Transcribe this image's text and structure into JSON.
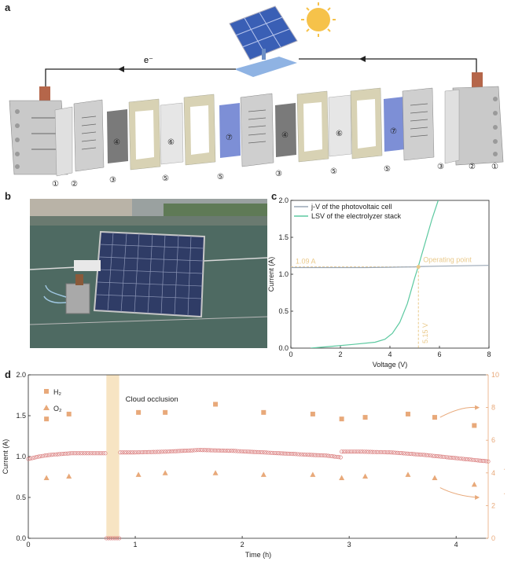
{
  "panels": {
    "a": "a",
    "b": "b",
    "c": "c",
    "d": "d"
  },
  "diagram_a": {
    "electron_label": "e⁻",
    "bottom_labels": [
      "①",
      "②",
      "③",
      "⑤",
      "⑤",
      "③",
      "⑤",
      "⑤",
      "③",
      "②",
      "①"
    ],
    "plate_labels": [
      "④",
      "⑥",
      "⑦",
      "④",
      "⑥",
      "⑦"
    ],
    "colors": {
      "arrow": "#222222",
      "cell_blue": "#7d8fd6",
      "frame": "#d8d2b4",
      "electrode": "#7a7a7a",
      "endplate": "#c9c9c9",
      "tab": "#b5664a"
    }
  },
  "chart_data": [
    {
      "id": "c",
      "type": "line",
      "xlabel": "Voltage (V)",
      "ylabel": "Current (A)",
      "xlim": [
        0,
        8
      ],
      "ylim": [
        0,
        2.0
      ],
      "xticks": [
        "0",
        "2",
        "4",
        "6",
        "8"
      ],
      "yticks": [
        "0.0",
        "0.5",
        "1.0",
        "1.5",
        "2.0"
      ],
      "series": [
        {
          "name": "j-V of the photovoltaic cell",
          "color": "#9aa7b5",
          "x": [
            0,
            1,
            2,
            3,
            4,
            5,
            5.3,
            6,
            7,
            8
          ],
          "y": [
            1.09,
            1.09,
            1.09,
            1.09,
            1.095,
            1.1,
            1.105,
            1.11,
            1.115,
            1.12
          ]
        },
        {
          "name": "LSV of the electrolyzer stack",
          "color": "#5cc9a0",
          "x": [
            0.8,
            1.5,
            2.5,
            3.4,
            3.8,
            4.1,
            4.4,
            4.7,
            5.0,
            5.15,
            5.4,
            5.7,
            5.95
          ],
          "y": [
            0.0,
            0.02,
            0.05,
            0.08,
            0.12,
            0.2,
            0.35,
            0.6,
            0.95,
            1.11,
            1.4,
            1.75,
            2.0
          ]
        }
      ],
      "legend": {
        "items": [
          "j-V of the photovoltaic cell",
          "LSV of the electrolyzer stack"
        ],
        "placement": "top-left"
      },
      "annotations": {
        "current_label": "1.09 A",
        "voltage_label": "5.15 V",
        "point_label": "Operating point",
        "operating_point": {
          "x": 5.15,
          "y": 1.1
        }
      },
      "annotation_color": "#e9c98a",
      "grid": false
    },
    {
      "id": "d",
      "type": "scatter",
      "xlabel": "Time (h)",
      "ylabel": "Current (A)",
      "y2label": "Production rate (mL/min)",
      "xlim": [
        0,
        4.3
      ],
      "ylim": [
        0,
        2.0
      ],
      "y2lim": [
        0,
        10
      ],
      "xticks": [
        "0",
        "1",
        "2",
        "3",
        "4"
      ],
      "yticks": [
        "0.0",
        "0.5",
        "1.0",
        "1.5",
        "2.0"
      ],
      "y2ticks": [
        "0",
        "2",
        "4",
        "6",
        "8",
        "10"
      ],
      "annotation": "Cloud occlusion",
      "occlusion": [
        0.73,
        0.85
      ],
      "series": [
        {
          "name": "H₂",
          "marker": "square",
          "color": "#e8a97a",
          "axis": "right",
          "x": [
            0.17,
            0.38,
            1.03,
            1.28,
            1.75,
            2.2,
            2.66,
            2.93,
            3.15,
            3.55,
            3.8,
            4.17
          ],
          "y": [
            7.3,
            7.6,
            7.7,
            7.7,
            8.2,
            7.7,
            7.6,
            7.3,
            7.4,
            7.6,
            7.4,
            6.9
          ]
        },
        {
          "name": "O₂",
          "marker": "triangle",
          "color": "#e8a97a",
          "axis": "right",
          "x": [
            0.17,
            0.38,
            1.03,
            1.28,
            1.75,
            2.2,
            2.66,
            2.93,
            3.15,
            3.55,
            3.8,
            4.17
          ],
          "y": [
            3.7,
            3.8,
            3.9,
            4.0,
            4.0,
            3.9,
            3.9,
            3.7,
            3.8,
            3.9,
            3.7,
            3.3
          ]
        },
        {
          "name": "Current",
          "marker": "circle-open",
          "color": "#d97a7a",
          "axis": "left",
          "segments": [
            {
              "x": [
                0,
                0.1,
                0.2,
                0.3,
                0.4,
                0.5,
                0.6,
                0.72
              ],
              "y": [
                0.97,
                1.0,
                1.02,
                1.03,
                1.04,
                1.04,
                1.04,
                1.04
              ]
            },
            {
              "x": [
                0.73,
                0.78,
                0.85
              ],
              "y": [
                0.0,
                0.0,
                0.0
              ]
            },
            {
              "x": [
                0.86,
                1.0,
                1.3,
                1.6,
                1.9,
                2.2,
                2.5,
                2.8,
                2.92
              ],
              "y": [
                1.05,
                1.05,
                1.06,
                1.08,
                1.07,
                1.05,
                1.03,
                1.01,
                0.99
              ]
            },
            {
              "x": [
                2.93,
                3.1,
                3.4,
                3.7,
                4.0,
                4.3
              ],
              "y": [
                1.06,
                1.06,
                1.05,
                1.02,
                0.98,
                0.94
              ]
            }
          ]
        }
      ],
      "legend": {
        "items": [
          "H₂",
          "O₂"
        ],
        "placement": "top-left"
      },
      "grid": false
    }
  ]
}
